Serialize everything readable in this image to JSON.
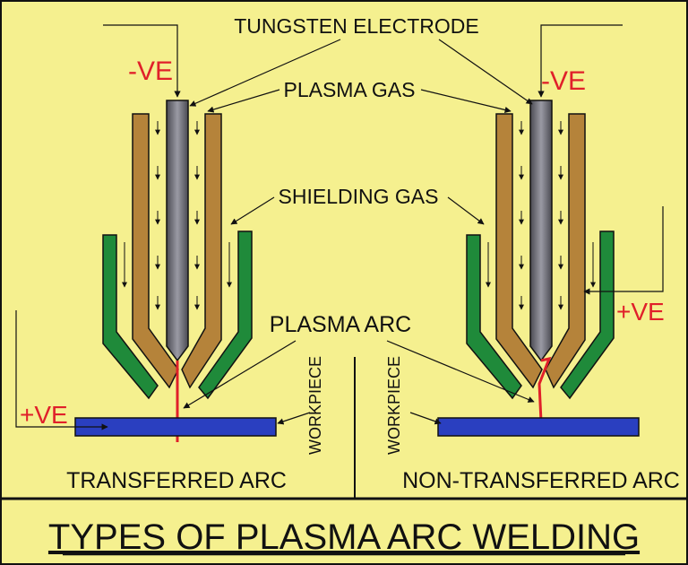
{
  "title": "TYPES OF PLASMA ARC WELDING",
  "labels": {
    "tungsten_electrode": "TUNGSTEN ELECTRODE",
    "plasma_gas": "PLASMA GAS",
    "shielding_gas": "SHIELDING GAS",
    "plasma_arc": "PLASMA ARC",
    "negative_left": "-VE",
    "negative_right": "-VE",
    "positive_left": "+VE",
    "positive_right": "+VE",
    "workpiece_left": "WORKPIECE",
    "workpiece_right": "WORKPIECE",
    "transferred_arc": "TRANSFERRED ARC",
    "non_transferred_arc": "NON-TRANSFERRED ARC"
  },
  "colors": {
    "background": "#f5f08f",
    "electrode": "#6b6b73",
    "nozzle": "#b5833a",
    "shield": "#1f8a3a",
    "workpiece": "#2a3fc0",
    "arc": "#e0202a",
    "line": "#111111"
  }
}
